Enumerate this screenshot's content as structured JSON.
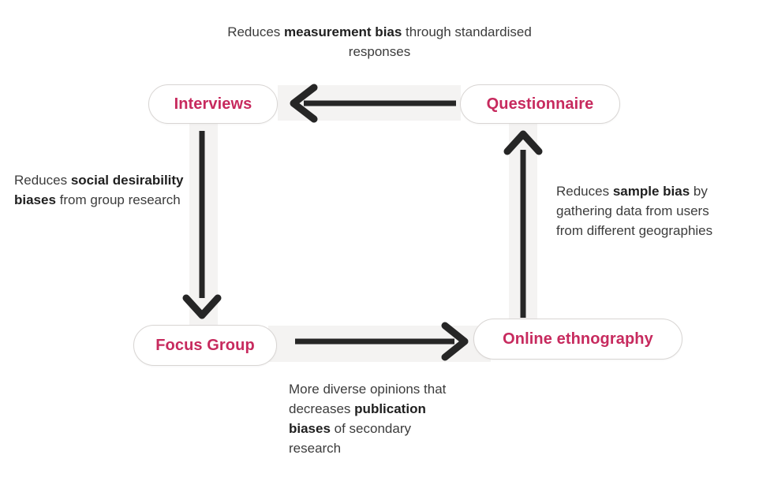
{
  "diagram": {
    "title": "Research method bias reduction cycle",
    "colors": {
      "node_text": "#c72a5e",
      "node_border": "#d8d5d3",
      "node_fill": "#ffffff",
      "track": "#f4f3f2",
      "arrow": "#262626",
      "caption_text": "#3c3c3c",
      "caption_bold": "#1f1f1f",
      "background": "#ffffff"
    },
    "nodes": [
      {
        "id": "interviews",
        "label": "Interviews"
      },
      {
        "id": "questionnaire",
        "label": "Questionnaire"
      },
      {
        "id": "focus-group",
        "label": "Focus Group"
      },
      {
        "id": "online-ethnography",
        "label": "Online ethnography"
      }
    ],
    "connections": [
      {
        "id": "questionnaire-to-interviews",
        "from": "questionnaire",
        "to": "interviews",
        "direction": "left"
      },
      {
        "id": "interviews-to-focus-group",
        "from": "interviews",
        "to": "focus-group",
        "direction": "down"
      },
      {
        "id": "focus-group-to-online-ethnography",
        "from": "focus-group",
        "to": "online-ethnography",
        "direction": "right"
      },
      {
        "id": "online-ethnography-to-questionnaire",
        "from": "online-ethnography",
        "to": "questionnaire",
        "direction": "up"
      }
    ],
    "captions": {
      "top": {
        "id": "caption-measurement-bias",
        "align": "center",
        "segments": [
          {
            "text": "Reduces ",
            "bold": false
          },
          {
            "text": "measurement bias",
            "bold": true
          },
          {
            "text": " through standardised responses",
            "bold": false
          }
        ],
        "plain": "Reduces measurement bias through standardised responses"
      },
      "left": {
        "id": "caption-social-desirability-biases",
        "align": "left",
        "segments": [
          {
            "text": "Reduces ",
            "bold": false
          },
          {
            "text": "social desirability biases",
            "bold": true
          },
          {
            "text": " from group research",
            "bold": false
          }
        ],
        "plain": "Reduces social desirability biases from group research"
      },
      "right": {
        "id": "caption-sample-bias",
        "align": "left",
        "segments": [
          {
            "text": "Reduces ",
            "bold": false
          },
          {
            "text": "sample bias",
            "bold": true
          },
          {
            "text": " by gathering data from users from different geographies",
            "bold": false
          }
        ],
        "plain": "Reduces sample bias by gathering data from users from different geographies"
      },
      "bottom": {
        "id": "caption-publication-biases",
        "align": "left",
        "segments": [
          {
            "text": "More diverse opinions that decreases ",
            "bold": false
          },
          {
            "text": "publication biases",
            "bold": true
          },
          {
            "text": " of secondary research",
            "bold": false
          }
        ],
        "plain": "More diverse opinions that decreases publication biases of secondary research"
      }
    }
  }
}
